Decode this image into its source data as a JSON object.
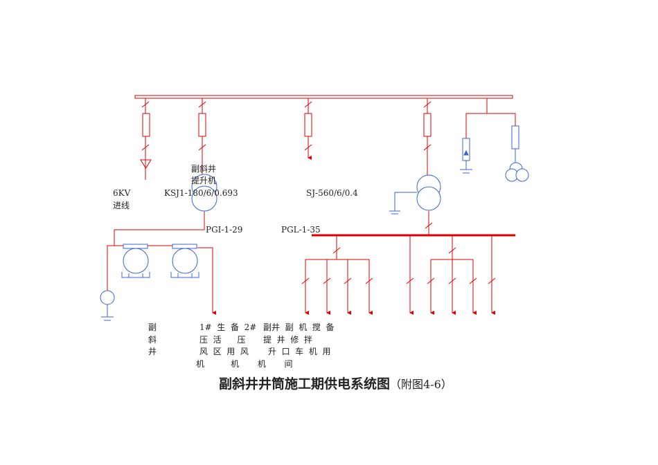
{
  "labels": {
    "hoist_name": "副斜井",
    "hoist_name2": "提升机",
    "incoming_voltage": "6KV",
    "incoming_line": "进线",
    "hoist_transformer": "KSJ1-180/6/0.693",
    "main_transformer": "SJ-560/6/0.4",
    "cabinet_left": "PGI-1-29",
    "cabinet_right": "PGL-1-35"
  },
  "loads": {
    "row1": [
      "副",
      "1#  生  备  2#",
      "副井  副  机  搅  备"
    ],
    "row2": [
      "斜",
      "压  活      压",
      "提  井  修  拌"
    ],
    "row3": [
      "井",
      "风  区  用  风",
      "升  口  车  机  用"
    ],
    "row4": "机          机       机       间"
  },
  "title": {
    "main": "副斜井井筒施工期供电系统图",
    "sub": "（附图4-6）"
  },
  "colors": {
    "power": "#e00000",
    "equipment": "#3a62d4"
  }
}
